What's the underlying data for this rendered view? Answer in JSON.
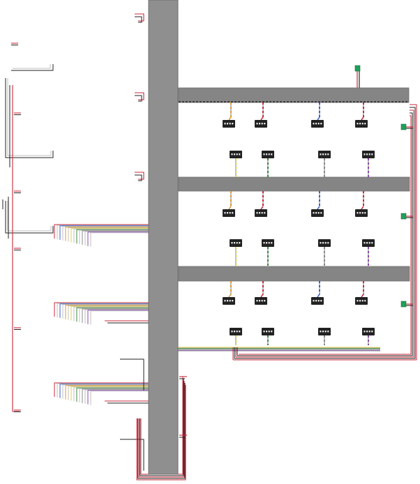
{
  "diagram": {
    "type": "wiring-schematic",
    "colors": {
      "background": "#ffffff",
      "trunk": "#8f8f8f",
      "trunk_edge": "#6e6e6e",
      "bar": "#858585",
      "connector_body": "#222222",
      "connector_pin": "#f2f2f2",
      "endpoint": "#1fa05a",
      "wire_red": "#c8283a",
      "wire_black": "#222222",
      "wire_white": "#bfbfbf",
      "wire_gray": "#8a8a8a",
      "wire_yellow": "#e0d040",
      "wire_orange": "#e09a30",
      "wire_blue": "#3a60c8",
      "wire_green": "#3a8a3a",
      "wire_purple": "#8a4ab0"
    },
    "vertical_trunk": {
      "name": "main-trunk"
    },
    "horizontal_bars": [
      {
        "name": "bar-1",
        "style": "dashed-edge"
      },
      {
        "name": "bar-2",
        "style": "solid"
      },
      {
        "name": "bar-3",
        "style": "solid"
      }
    ],
    "rows": [
      {
        "name": "row-1",
        "top_connectors": [
          {
            "wire": [
              "orange",
              "white"
            ]
          },
          {
            "wire": [
              "red",
              "white"
            ]
          },
          {
            "wire": [
              "blue",
              "white"
            ]
          },
          {
            "wire": [
              "red",
              "white"
            ]
          }
        ],
        "bottom_connectors": [
          {
            "wire": [
              "yellow",
              "white"
            ]
          },
          {
            "wire": [
              "green",
              "white"
            ]
          },
          {
            "wire": [
              "gray",
              "white"
            ]
          },
          {
            "wire": [
              "purple",
              "white"
            ]
          }
        ]
      },
      {
        "name": "row-2",
        "top_connectors": [
          {
            "wire": [
              "orange",
              "white"
            ]
          },
          {
            "wire": [
              "red",
              "white"
            ]
          },
          {
            "wire": [
              "blue",
              "white"
            ]
          },
          {
            "wire": [
              "red",
              "white"
            ]
          }
        ],
        "bottom_connectors": [
          {
            "wire": [
              "yellow",
              "white"
            ]
          },
          {
            "wire": [
              "green",
              "white"
            ]
          },
          {
            "wire": [
              "gray",
              "white"
            ]
          },
          {
            "wire": [
              "purple",
              "white"
            ]
          }
        ]
      },
      {
        "name": "row-3",
        "top_connectors": [
          {
            "wire": [
              "orange",
              "white"
            ]
          },
          {
            "wire": [
              "red",
              "white"
            ]
          },
          {
            "wire": [
              "blue",
              "white"
            ]
          },
          {
            "wire": [
              "red",
              "white"
            ]
          }
        ],
        "bottom_connectors": [
          {
            "wire": [
              "yellow",
              "white"
            ]
          },
          {
            "wire": [
              "green",
              "white"
            ]
          },
          {
            "wire": [
              "gray",
              "white"
            ]
          },
          {
            "wire": [
              "purple",
              "white"
            ]
          }
        ]
      }
    ],
    "harness_bundles": [
      {
        "name": "harness-upper",
        "wire_colors": [
          "red",
          "white",
          "blue",
          "white",
          "orange",
          "white",
          "yellow",
          "white",
          "green",
          "white",
          "gray",
          "white",
          "purple",
          "white"
        ]
      },
      {
        "name": "harness-middle",
        "wire_colors": [
          "red",
          "white",
          "blue",
          "white",
          "orange",
          "white",
          "yellow",
          "white",
          "green",
          "white",
          "gray",
          "white",
          "purple",
          "white"
        ]
      },
      {
        "name": "harness-lower",
        "wire_colors": [
          "red",
          "white",
          "blue",
          "white",
          "orange",
          "white",
          "yellow",
          "white",
          "green",
          "white",
          "gray",
          "white",
          "purple",
          "white"
        ]
      }
    ],
    "endpoints": [
      {
        "name": "endpoint-top"
      },
      {
        "name": "endpoint-row-1"
      },
      {
        "name": "endpoint-row-2"
      },
      {
        "name": "endpoint-row-3"
      }
    ]
  }
}
